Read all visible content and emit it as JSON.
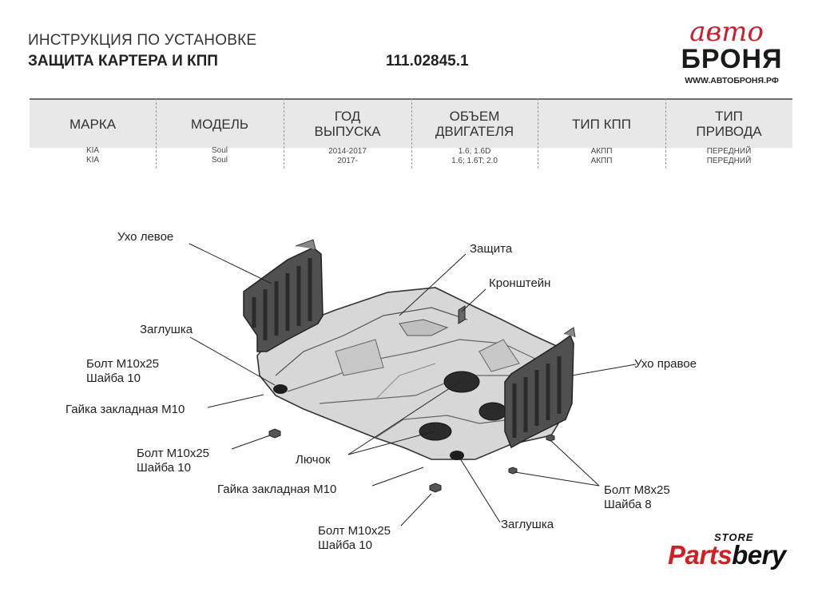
{
  "header": {
    "line1": "ИНСТРУКЦИЯ ПО УСТАНОВКЕ",
    "line2": "ЗАЩИТА КАРТЕРА И КПП",
    "part_number": "111.02845.1"
  },
  "logo": {
    "top": "авто",
    "main": "БРОНЯ",
    "url": "WWW.АВТОБРОНЯ.РФ",
    "brand_color": "#cc1f2b"
  },
  "table": {
    "headers": [
      [
        "МАРКА"
      ],
      [
        "МОДЕЛЬ"
      ],
      [
        "ГОД",
        "ВЫПУСКА"
      ],
      [
        "ОБЪЕМ",
        "ДВИГАТЕЛЯ"
      ],
      [
        "ТИП КПП"
      ],
      [
        "ТИП",
        "ПРИВОДА"
      ]
    ],
    "rows": [
      [
        "KIA",
        "Soul",
        "2014-2017",
        "1.6; 1.6D",
        "АКПП",
        "ПЕРЕДНИЙ"
      ],
      [
        "KIA",
        "Soul",
        "2017-",
        "1.6; 1.6T; 2.0",
        "АКПП",
        "ПЕРЕДНИЙ"
      ]
    ]
  },
  "labels": {
    "ear_left": "Ухо левое",
    "guard": "Защита",
    "bracket": "Кронштейн",
    "plug_left": "Заглушка",
    "bolt_m10_1": "Болт М10х25",
    "washer_10_1": "Шайба 10",
    "nut_m10_1": "Гайка закладная М10",
    "ear_right": "Ухо правое",
    "bolt_m10_2": "Болт М10х25",
    "washer_10_2": "Шайба 10",
    "hatch": "Лючок",
    "nut_m10_2": "Гайка закладная М10",
    "bolt_m8": "Болт М8х25",
    "washer_8": "Шайба 8",
    "bolt_m10_3": "Болт М10х25",
    "washer_10_3": "Шайба 10",
    "plug_bottom": "Заглушка"
  },
  "store": {
    "tag": "STORE",
    "name_a": "Parts",
    "name_b": "bery",
    "accent": "#d21f26"
  }
}
